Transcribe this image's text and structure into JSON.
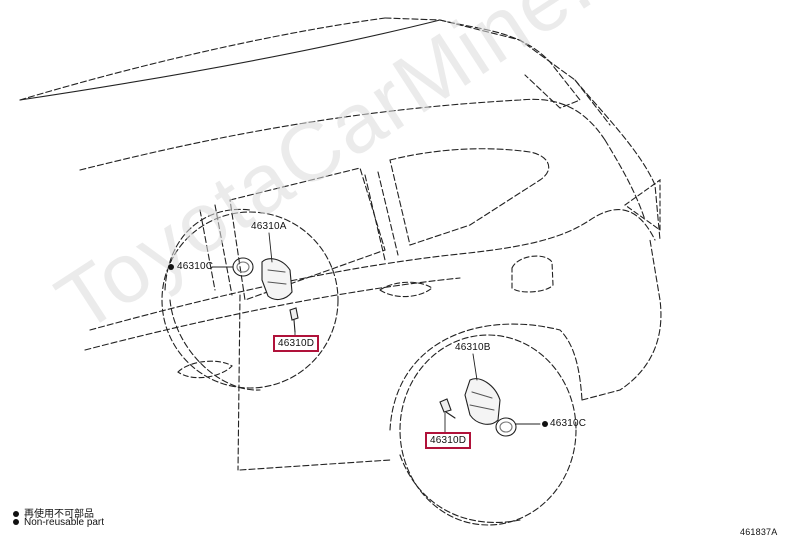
{
  "parts": {
    "part_a": "46310A",
    "part_b": "46310B",
    "part_c_front": "46310C",
    "part_c_rear": "46310C",
    "part_d_front": "46310D",
    "part_d_rear": "46310D"
  },
  "legend": {
    "line1": "再使用不可部品",
    "line2": "Non-reusable part"
  },
  "figure_id": "461837A",
  "watermark": "ToyotaCarMine.ru",
  "colors": {
    "highlight_box": "#b0123a",
    "line": "#222222"
  }
}
